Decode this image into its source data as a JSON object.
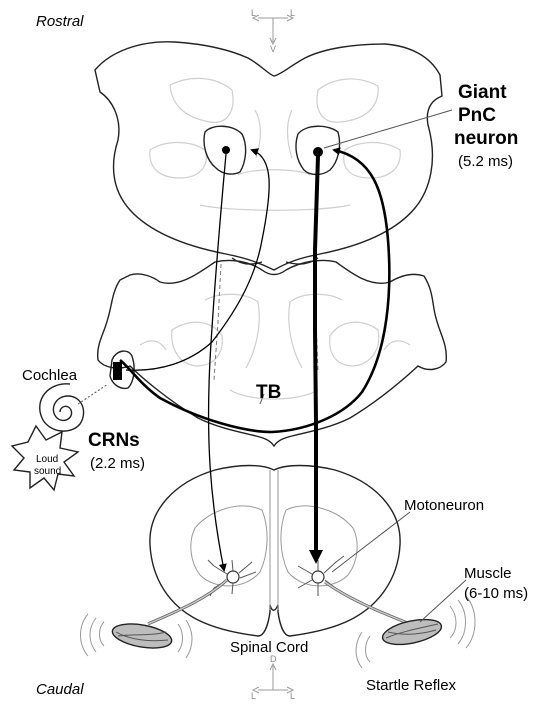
{
  "labels": {
    "rostral": "Rostral",
    "caudal": "Caudal",
    "giant": [
      "Giant",
      "PnC",
      "neuron"
    ],
    "giant_time": "(5.2 ms)",
    "cochlea": "Cochlea",
    "crns": "CRNs",
    "crns_time": "(2.2 ms)",
    "tb": "TB",
    "loud_sound": [
      "Loud",
      "sound"
    ],
    "motoneuron": "Motoneuron",
    "muscle": "Muscle",
    "muscle_time": "(6-10 ms)",
    "spinal_cord": "Spinal Cord",
    "startle_reflex": "Startle Reflex",
    "compass_top": {
      "left": "L",
      "right": "L",
      "down": "V"
    },
    "compass_bottom": {
      "up": "D",
      "left": "L",
      "right": "L"
    }
  }
}
